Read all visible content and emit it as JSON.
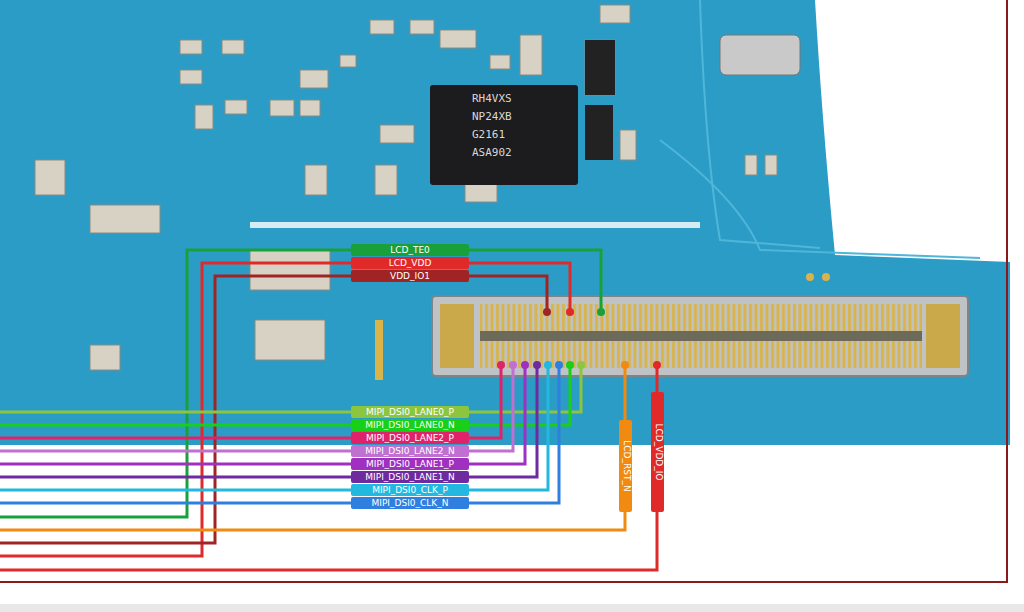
{
  "diagram": {
    "nodes": [
      {
        "text": [
          "LCD_TE0"
        ]
      },
      {
        "text": [
          "LCD_VDD"
        ]
      },
      {
        "text": [
          "VDD_IO1"
        ]
      },
      {
        "text": [
          "MIPI_DSI0_LANE0_P"
        ]
      },
      {
        "text": [
          "MIPI_DSI0_LANE0_N"
        ]
      },
      {
        "text": [
          "MIPI_DSI0_LANE2_P"
        ]
      },
      {
        "text": [
          "MIPI_DSI0_LANE2_N"
        ]
      },
      {
        "text": [
          "MIPI_DSI0_LANE1_P"
        ]
      },
      {
        "text": [
          "MIPI_DSI0_LANE1_N"
        ]
      },
      {
        "text": [
          "MIPI_DSI0_CLK_P"
        ]
      },
      {
        "text": [
          "MIPI_DSI0_CLK_N"
        ]
      },
      {
        "text": [
          "LCD_RST_N"
        ]
      },
      {
        "text": [
          "LCD_VDD_IO"
        ]
      }
    ],
    "labels": [
      "RH4VXS",
      "NP24XB",
      "G2161",
      "ASA902"
    ]
  }
}
